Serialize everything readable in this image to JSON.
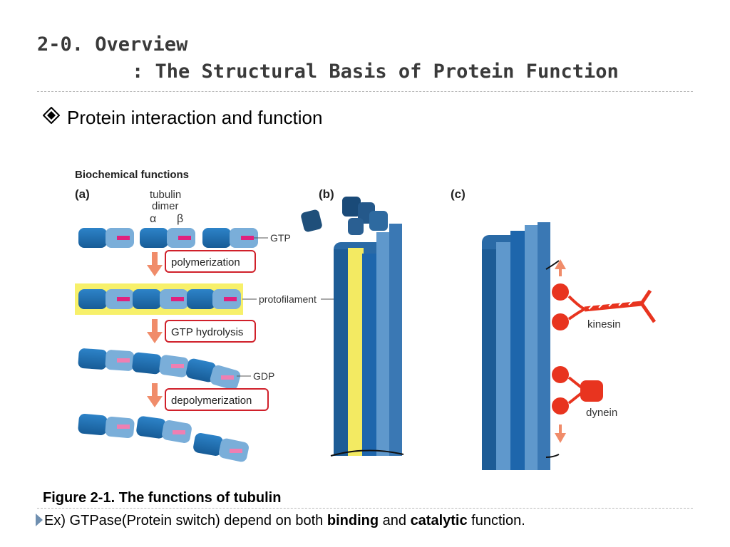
{
  "slide": {
    "title_line1": "2-0. Overview",
    "title_line2": ": The Structural Basis of Protein Function",
    "subheading": "Protein interaction and function",
    "subheading_marker": "diamond-bullet-icon"
  },
  "figure": {
    "heading": "Biochemical functions",
    "panel_a": "(a)",
    "panel_b": "(b)",
    "panel_c": "(c)",
    "dimer_label_1": "tubulin",
    "dimer_label_2": "dimer",
    "alpha": "α",
    "beta": "β",
    "gtp": "GTP",
    "polymerization": "polymerization",
    "protofilament": "protofilament",
    "gtp_hydrolysis": "GTP hydrolysis",
    "gdp": "GDP",
    "depolymerization": "depolymerization",
    "kinesin": "kinesin",
    "dynein": "dynein",
    "colors": {
      "alpha_subunit": "#1f6fb2",
      "beta_subunit": "#7aaed9",
      "nucleotide": "#e0217d",
      "highlight": "#f7f06a",
      "arrow": "#f08c6a",
      "motor": "#e8341f",
      "box_border": "#d0202a"
    }
  },
  "caption": "Figure 2-1. The functions of tubulin",
  "bullet": {
    "marker": "triangle-bullet-icon",
    "prefix": "Ex) GTPase(Protein switch) depend on both ",
    "bold1": "binding",
    "middle": " and ",
    "bold2": "catalytic",
    "suffix": " function."
  }
}
